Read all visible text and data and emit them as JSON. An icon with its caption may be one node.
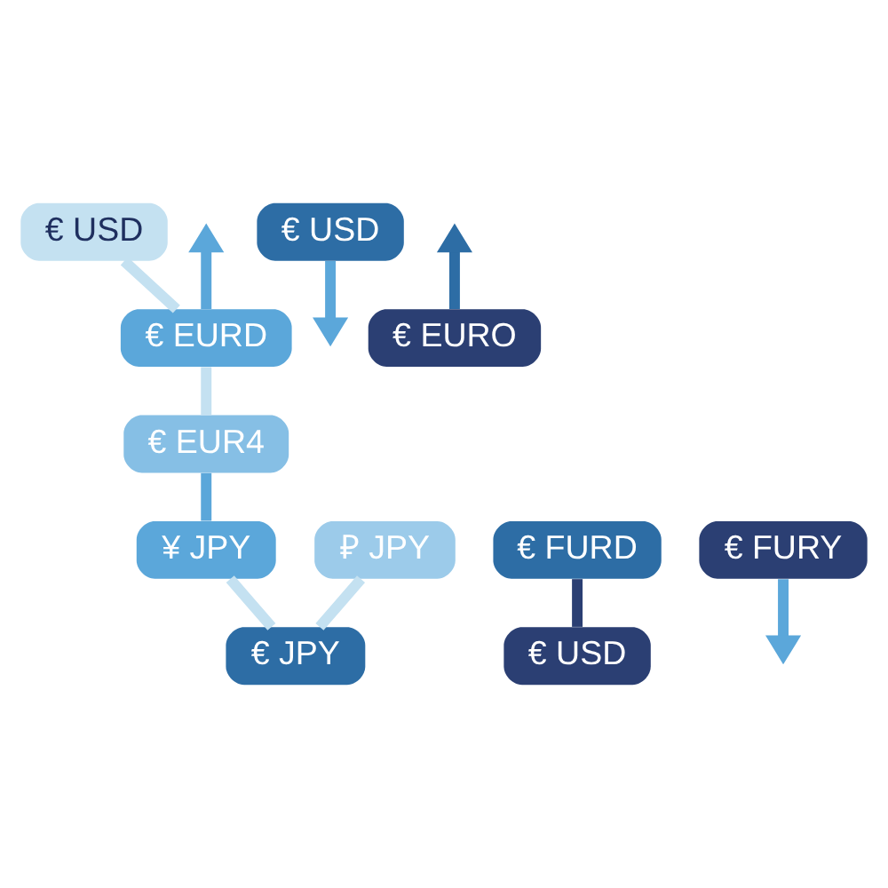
{
  "diagram": {
    "nodes": [
      {
        "text": [
          "€ USD"
        ]
      },
      {
        "text": [
          "€ USD"
        ]
      },
      {
        "text": [
          "€ EURD"
        ]
      },
      {
        "text": [
          "€ EURO"
        ]
      },
      {
        "text": [
          "€ EUR4"
        ]
      },
      {
        "text": [
          "€ FURD"
        ]
      },
      {
        "text": [
          "€ FURY"
        ]
      },
      {
        "text": [
          "¥ JPY"
        ]
      },
      {
        "text": [
          "₽ JPY"
        ]
      },
      {
        "text": [
          "€ USD"
        ]
      },
      {
        "text": [
          "€ JPY"
        ]
      }
    ],
    "edges": [
      {
        "from": 0,
        "to": 2,
        "arrow": "none",
        "color": "#c4e1f1"
      },
      {
        "from": 2,
        "to": null,
        "arrow": "to",
        "color": "#5ba7da"
      },
      {
        "from": 3,
        "to": null,
        "arrow": "to",
        "color": "#2d6da5"
      },
      {
        "from": 1,
        "to": null,
        "arrow": "to",
        "color": "#5ba7da"
      },
      {
        "from": 2,
        "to": 4,
        "arrow": "none",
        "color": "#c4e1f1"
      },
      {
        "from": 4,
        "to": 7,
        "arrow": "none",
        "color": "#5ba7da"
      },
      {
        "from": 5,
        "to": 9,
        "arrow": "none",
        "color": "#2b3f73"
      },
      {
        "from": 6,
        "to": null,
        "arrow": "to",
        "color": "#5ba7da"
      },
      {
        "from": 7,
        "to": 10,
        "arrow": "none",
        "color": "#c4e1f1"
      },
      {
        "from": 8,
        "to": 10,
        "arrow": "none",
        "color": "#c4e1f1"
      }
    ]
  }
}
